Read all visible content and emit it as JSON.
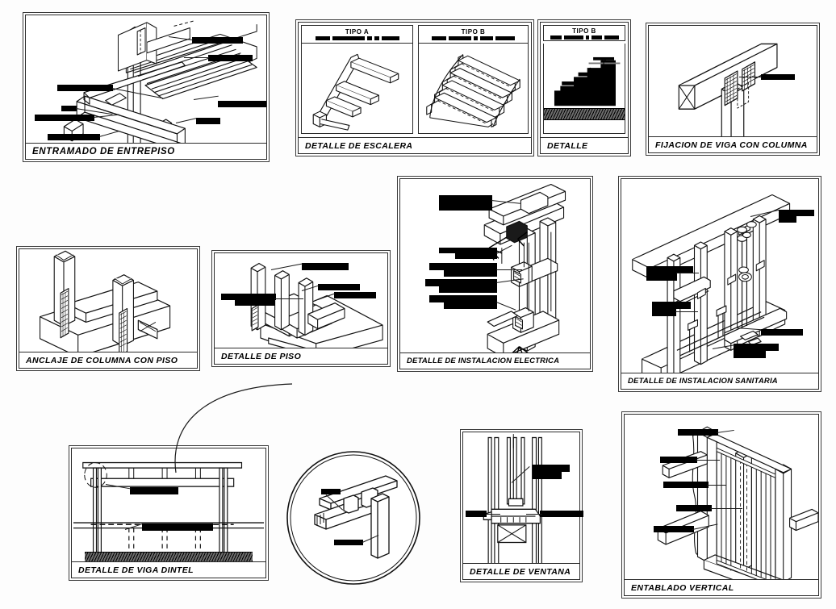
{
  "sheet": {
    "background": "#fdfdfd",
    "line_color": "#1a1a1a",
    "description": "Hoja de detalles constructivos en madera (CAD) con 11 vistas rotuladas"
  },
  "panels": [
    {
      "id": "entramado-entrepiso",
      "title": "ENTRAMADO DE ENTREPISO",
      "view": "isometrico",
      "redactions": 8
    },
    {
      "id": "detalle-escalera",
      "title": "DETALLE DE ESCALERA",
      "subpanels": [
        {
          "id": "tipo-a",
          "header": "TIPO A",
          "redactions": 4
        },
        {
          "id": "tipo-b",
          "header": "TIPO B",
          "redactions": 5
        }
      ]
    },
    {
      "id": "detalle-seccion",
      "title": "DETALLE",
      "header": "TIPO B",
      "redactions": 5
    },
    {
      "id": "fijacion-viga-columna",
      "title": "FIJACION DE VIGA CON COLUMNA",
      "view": "isometrico",
      "redactions": 1
    },
    {
      "id": "anclaje-columna-piso",
      "title": "ANCLAJE DE COLUMNA CON PISO",
      "view": "isometrico",
      "redactions": 0
    },
    {
      "id": "detalle-piso",
      "title": "DETALLE DE PISO",
      "view": "isometrico",
      "redactions": 4
    },
    {
      "id": "detalle-instalacion-electrica",
      "title": "DETALLE DE INSTALACION ELECTRICA",
      "view": "isometrico",
      "redactions": 5
    },
    {
      "id": "detalle-instalacion-sanitaria",
      "title": "DETALLE DE INSTALACION SANITARIA",
      "view": "isometrico",
      "redactions": 5
    },
    {
      "id": "detalle-viga-dintel",
      "title": "DETALLE DE VIGA DINTEL",
      "view": "elevacion",
      "redactions": 2
    },
    {
      "id": "detalle-ventana",
      "title": "DETALLE DE VENTANA",
      "view": "seccion",
      "redactions": 3
    },
    {
      "id": "entablado-vertical",
      "title": "ENTABLADO VERTICAL",
      "view": "isometrico",
      "redactions": 5
    }
  ],
  "callout": {
    "id": "detalle-ampliado-dintel",
    "shape": "circulo",
    "redactions": 2
  }
}
